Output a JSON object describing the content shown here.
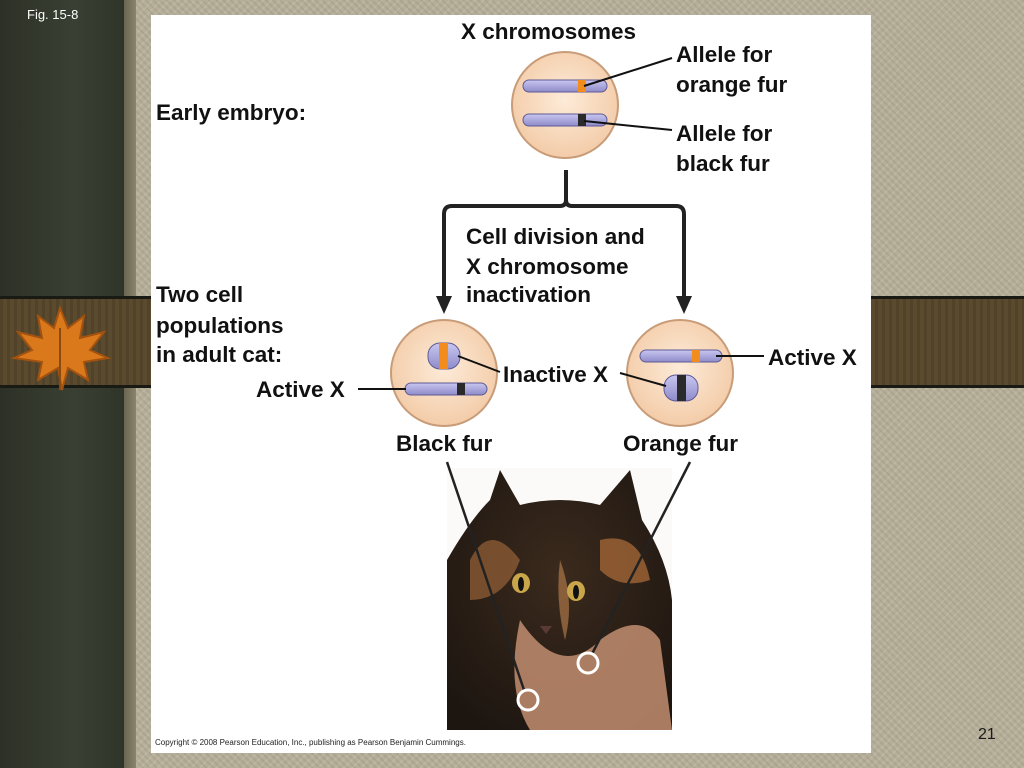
{
  "slide": {
    "figure_label": "Fig. 15-8",
    "page_number": "21",
    "copyright": "Copyright © 2008 Pearson Education, Inc., publishing as Pearson Benjamin Cummings."
  },
  "diagram": {
    "top_label": "X chromosomes",
    "allele_orange": [
      "Allele for",
      "orange fur"
    ],
    "allele_black": [
      "Allele for",
      "black fur"
    ],
    "early_embryo": "Early embryo:",
    "division": [
      "Cell division and",
      "X chromosome",
      "inactivation"
    ],
    "two_cell": [
      "Two cell",
      "populations",
      "in adult cat:"
    ],
    "active_x_left": "Active X",
    "inactive_x": "Inactive X",
    "active_x_right": "Active X",
    "black_fur": "Black fur",
    "orange_fur": "Orange fur"
  },
  "colors": {
    "chromosome": "#a9a6dd",
    "orange_band": "#f28c1c",
    "black_band": "#2a2a2a",
    "cell_fill": "#f9dcc0"
  }
}
